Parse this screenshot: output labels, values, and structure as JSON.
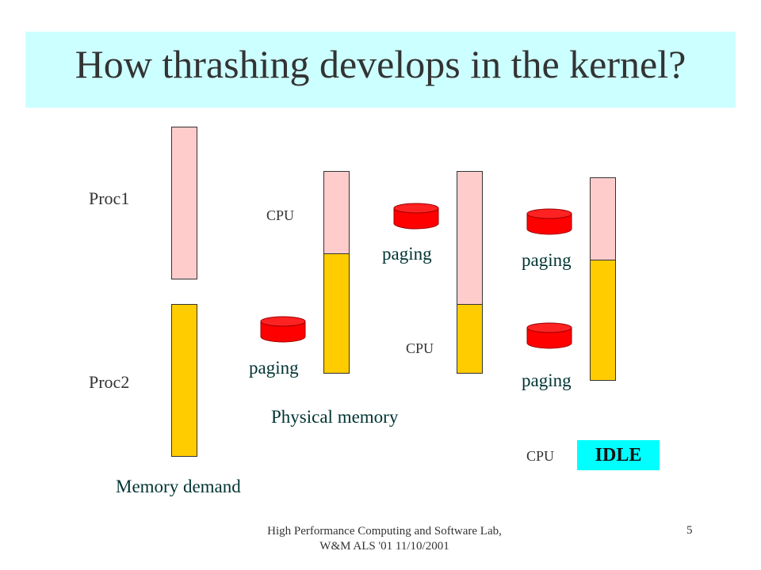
{
  "slide": {
    "title": "How thrashing develops in the kernel?",
    "footer": "High Performance Computing and Software Lab, W&M ALS '01   11/10/2001",
    "page_number": "5"
  },
  "labels": {
    "proc1": "Proc1",
    "proc2": "Proc2",
    "memory_demand": "Memory demand",
    "physical_memory": "Physical memory",
    "cpu": "CPU",
    "paging": "paging",
    "idle": "IDLE"
  },
  "colors": {
    "title_bg": "#ccffff",
    "proc1": "#ffcccc",
    "proc2": "#ffcc00",
    "disk": "#ff0000",
    "idle_bg": "#00ffff"
  }
}
